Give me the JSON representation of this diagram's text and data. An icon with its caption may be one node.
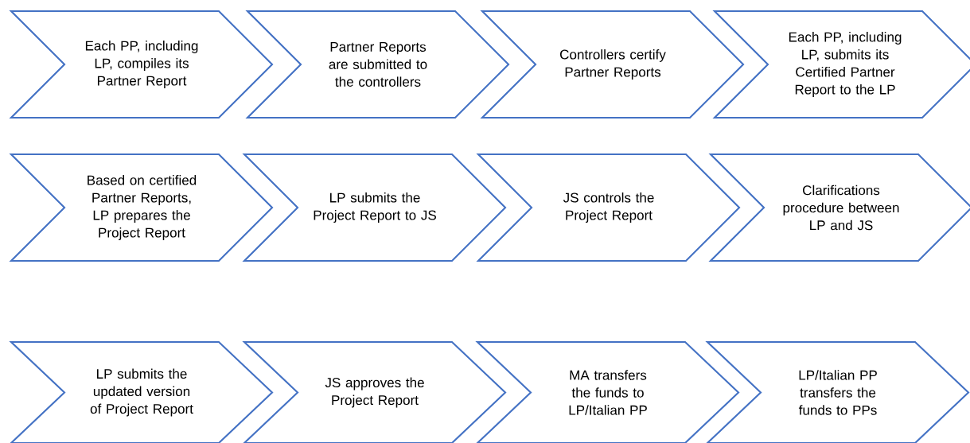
{
  "diagram": {
    "nodes": [
      {
        "text": [
          "Each PP, including LP, compiles its Partner Report"
        ]
      },
      {
        "text": [
          "Partner Reports are submitted to the controllers"
        ]
      },
      {
        "text": [
          "Controllers certify Partner Reports"
        ]
      },
      {
        "text": [
          "Each PP, including LP, submits its Certified Partner Report to the LP"
        ]
      },
      {
        "text": [
          "Based on certified Partner Reports, LP prepares the Project Report"
        ]
      },
      {
        "text": [
          "LP submits the Project Report to JS"
        ]
      },
      {
        "text": [
          "JS controls the Project Report"
        ]
      },
      {
        "text": [
          "Clarifications procedure between LP and JS"
        ]
      },
      {
        "text": [
          "LP submits the updated version of Project Report"
        ]
      },
      {
        "text": [
          "JS approves the Project Report"
        ]
      },
      {
        "text": [
          "MA transfers the funds to LP/Italian PP"
        ]
      },
      {
        "text": [
          "LP/Italian PP transfers the funds to PPs"
        ]
      }
    ]
  }
}
